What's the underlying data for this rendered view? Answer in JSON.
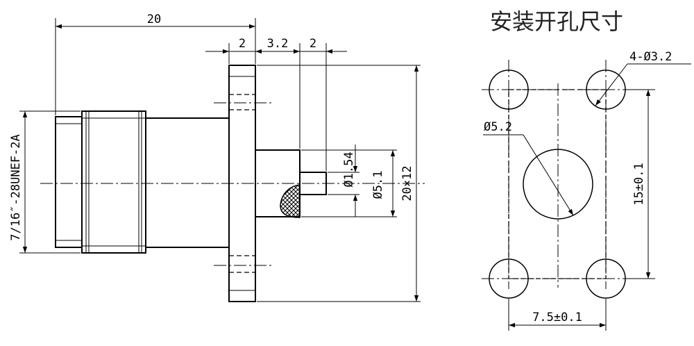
{
  "title": "安装开孔尺寸",
  "dims": {
    "overall_length": "20",
    "flange_thickness": "2",
    "dim_3_2": "3.2",
    "pin_length": "2",
    "thread": "7/16″-28UNEF-2A",
    "pin_diameter": "Ø1.54",
    "dielectric_diameter": "Ø5.1",
    "flange_size": "20×12",
    "hole_callout": "4-Ø3.2",
    "center_hole": "Ø5.2",
    "vertical_spacing": "15±0.1",
    "horizontal_spacing": "7.5±0.1"
  },
  "colors": {
    "line": "#000000",
    "hatch": "#000000",
    "background": "#ffffff"
  }
}
